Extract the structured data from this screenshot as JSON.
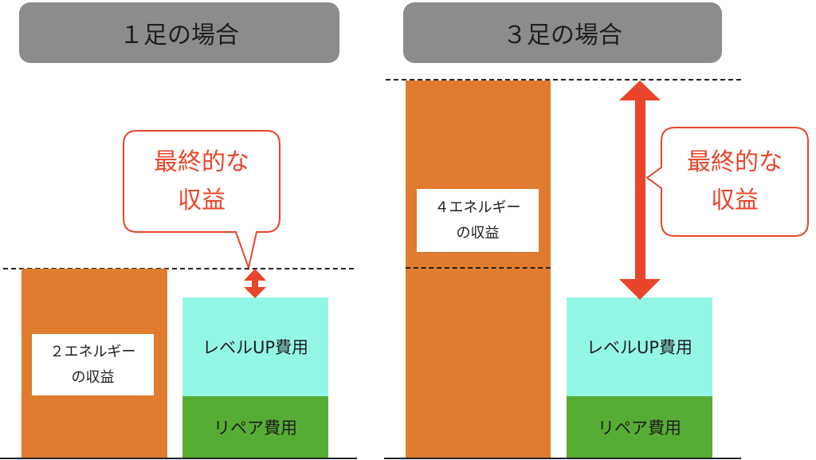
{
  "left_panel": {
    "header": "１足の場合",
    "energy_label": [
      "２エネルギー",
      "の収益"
    ],
    "levelup_label": "レベルUP費用",
    "repair_label": "リペア費用",
    "callout": [
      "最終的な",
      "収益"
    ]
  },
  "right_panel": {
    "header": "３足の場合",
    "energy_label": [
      "４エネルギー",
      "の収益"
    ],
    "levelup_label": "レベルUP費用",
    "repair_label": "リペア費用",
    "callout": [
      "最終的な",
      "収益"
    ]
  },
  "colors": {
    "revenue_bar": "#e07b30",
    "levelup_bar": "#94f7e6",
    "repair_bar": "#56ad35",
    "accent_red": "#e8452b",
    "header_gray": "#8c8c8c"
  }
}
